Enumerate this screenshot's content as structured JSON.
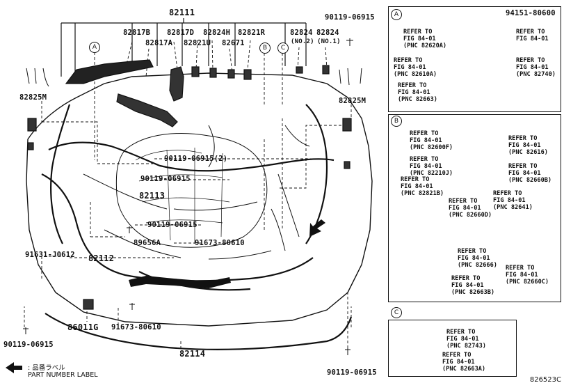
{
  "main_labels": {
    "p82111": "82111",
    "p82817B": "82817B",
    "p82817A": "82817A",
    "p82817D": "82817D",
    "p82821U": "82821U",
    "p82824H": "82824H",
    "p82671": "82671",
    "p82821R": "82821R",
    "p82824_no2": "82824",
    "p82824_no2_sub": "(NO.2)",
    "p82824_no1": "82824",
    "p82824_no1_sub": "(NO.1)",
    "p90119_06915_tr": "90119-06915",
    "p82825M_left": "82825M",
    "p82825M_right": "82825M",
    "p90119_06915_2": "90119-06915(2)",
    "p90119_06915_m1": "90119-06915",
    "p82113": "82113",
    "p90119_06915_m2": "90119-06915",
    "p89656A": "89656A",
    "p91673_80610_m": "91673-80610",
    "p91631_J0612": "91631-J0612",
    "p82112": "82112",
    "p86011G": "86011G",
    "p91673_80610_b": "91673-80610",
    "p82114": "82114",
    "p90119_06915_bl": "90119-06915",
    "p90119_06915_br": "90119-06915"
  },
  "callouts": {
    "A": "A",
    "B": "B",
    "C": "C"
  },
  "panel_a": {
    "letter": "A",
    "part_94151": "94151-80600",
    "r1": "REFER TO\nFIG 84-01\n(PNC 82620A)",
    "r2": "REFER TO\nFIG 84-01",
    "r3": "REFER TO\nFIG 84-01\n(PNC 82610A)",
    "r4": "REFER TO\nFIG 84-01\n(PNC 82740)",
    "r5": "REFER TO\nFIG 84-01\n(PNC 82663)"
  },
  "panel_b": {
    "letter": "B",
    "r1": "REFER TO\nFIG 84-01\n(PNC 82600F)",
    "r2": "REFER TO\nFIG 84-01\n(PNC 82616)",
    "r3": "REFER TO\nFIG 84-01\n(PNC 82210J)",
    "r4": "REFER TO\nFIG 84-01\n(PNC 82660B)",
    "r5": "REFER TO\nFIG 84-01\n(PNC 82821B)",
    "r6": "REFER TO\nFIG 84-01\n(PNC 82641)",
    "r7": "REFER TO\nFIG 84-01\n(PNC 82660D)",
    "r8": "REFER TO\nFIG 84-01\n(PNC 82666)",
    "r9": "REFER TO\nFIG 84-01\n(PNC 82660C)",
    "r10": "REFER TO\nFIG 84-01\n(PNC 82663B)"
  },
  "panel_c": {
    "letter": "C",
    "r1": "REFER TO\nFIG 84-01\n(PNC 82743)",
    "r2": "REFER TO\nFIG 84-01\n(PNC 82663A)"
  },
  "legend": {
    "jp": ": 品番ラベル",
    "en": "PART NUMBER LABEL"
  },
  "diagram_code": "826523C"
}
